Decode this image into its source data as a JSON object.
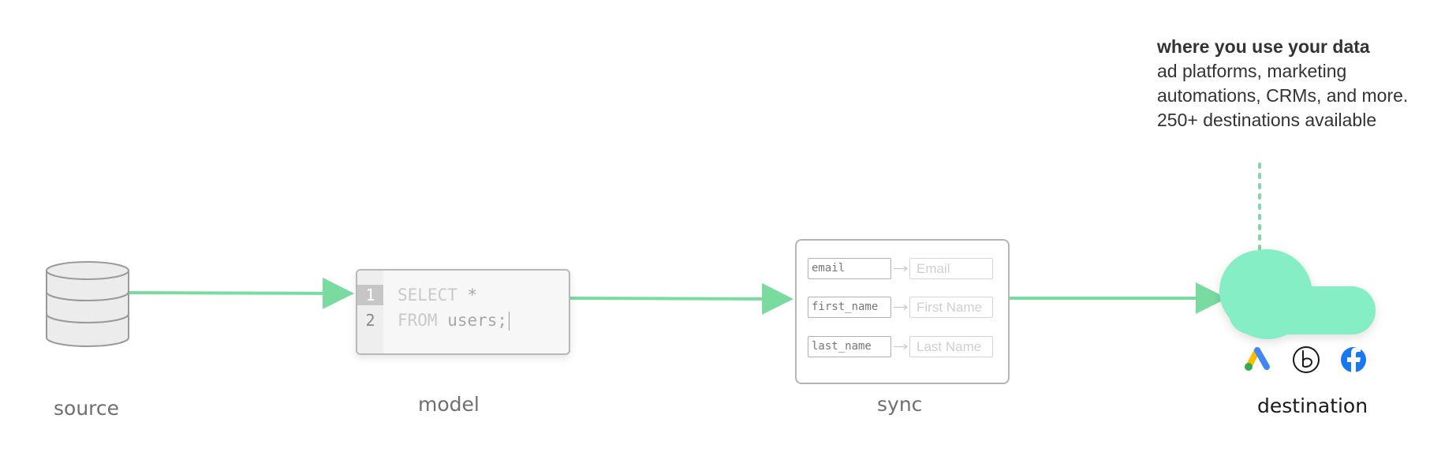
{
  "stages": {
    "source": "source",
    "model": "model",
    "sync": "sync",
    "destination": "destination"
  },
  "model_editor": {
    "lines": [
      {
        "number": "1",
        "keyword": "SELECT",
        "text": " *"
      },
      {
        "number": "2",
        "keyword": "FROM",
        "text": " users;"
      }
    ]
  },
  "sync_mappings": [
    {
      "source_field": "email",
      "destination_field": "Email"
    },
    {
      "source_field": "first_name",
      "destination_field": "First Name"
    },
    {
      "source_field": "last_name",
      "destination_field": "Last Name"
    }
  ],
  "destination_note": {
    "heading": "where you use your data",
    "lines": [
      "ad platforms, marketing",
      "automations, CRMs, and more.",
      "250+ destinations available"
    ]
  },
  "destination_icons": [
    "google-ads-icon",
    "braze-icon",
    "facebook-icon"
  ],
  "colors": {
    "flow_arrow": "#79dba0",
    "cloud": "#86eec4",
    "connector_dots": "#7fd9a8",
    "facebook": "#1877f2",
    "google_blue": "#4285f4",
    "google_green": "#34a853",
    "google_yellow": "#fbbc04"
  }
}
